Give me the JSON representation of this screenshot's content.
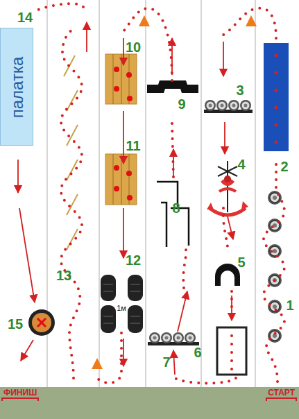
{
  "diagram": {
    "nodes": [
      {
        "text": [
          "палатка"
        ]
      },
      {
        "text": [
          "ФИНИШ",
          "СТАРТ"
        ]
      }
    ],
    "labels": [
      "14",
      "10",
      "9",
      "3",
      "2",
      "4",
      "11",
      "8",
      "5",
      "1",
      "12",
      "13",
      "15",
      "7",
      "6",
      "1м"
    ]
  }
}
